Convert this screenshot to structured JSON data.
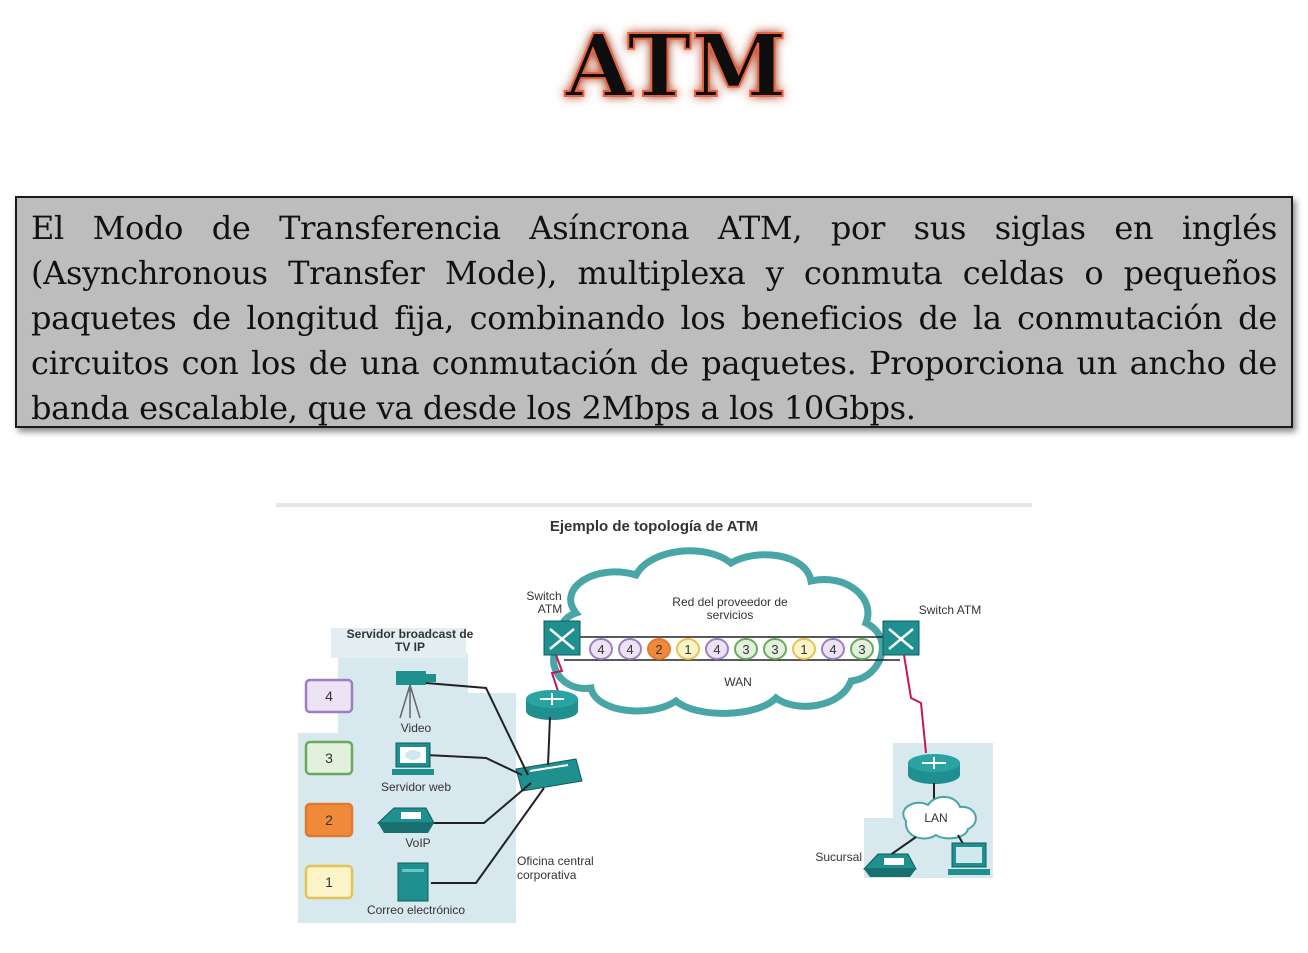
{
  "title": "ATM",
  "body_text": "El Modo de Transferencia Asíncrona ATM, por sus siglas en inglés (Asynchronous Transfer Mode), multiplexa y conmuta celdas o pequeños paquetes de longitud fija, combinando los beneficios de la conmutación de circuitos con los de una conmutación de paquetes. Proporciona un ancho de banda escalable, que va desde los 2Mbps a los 10Gbps.",
  "diagram": {
    "title": "Ejemplo de topología de ATM",
    "server_group_label_1": "Servidor broadcast de",
    "server_group_label_2": "TV IP",
    "left_switch_label_1": "Switch",
    "left_switch_label_2": "ATM",
    "right_switch_label": "Switch ATM",
    "cloud_label_1": "Red del proveedor de",
    "cloud_label_2": "servicios",
    "wan_label": "WAN",
    "cells": [
      "4",
      "4",
      "2",
      "1",
      "4",
      "3",
      "3",
      "1",
      "4",
      "3"
    ],
    "legend": [
      {
        "num": "4",
        "color": "#9b7fc0",
        "fill": "#ece4f5"
      },
      {
        "num": "3",
        "color": "#6aaa5f",
        "fill": "#e2f1dc"
      },
      {
        "num": "2",
        "color": "#e07a2e",
        "fill": "#f0893a"
      },
      {
        "num": "1",
        "color": "#e3c453",
        "fill": "#fbf4c8"
      }
    ],
    "devices": [
      "Video",
      "Servidor web",
      "VoIP",
      "Correo electrónico"
    ],
    "hq_label_1": "Oficina central",
    "hq_label_2": "corporativa",
    "branch_label": "Sucursal",
    "lan_label": "LAN"
  }
}
